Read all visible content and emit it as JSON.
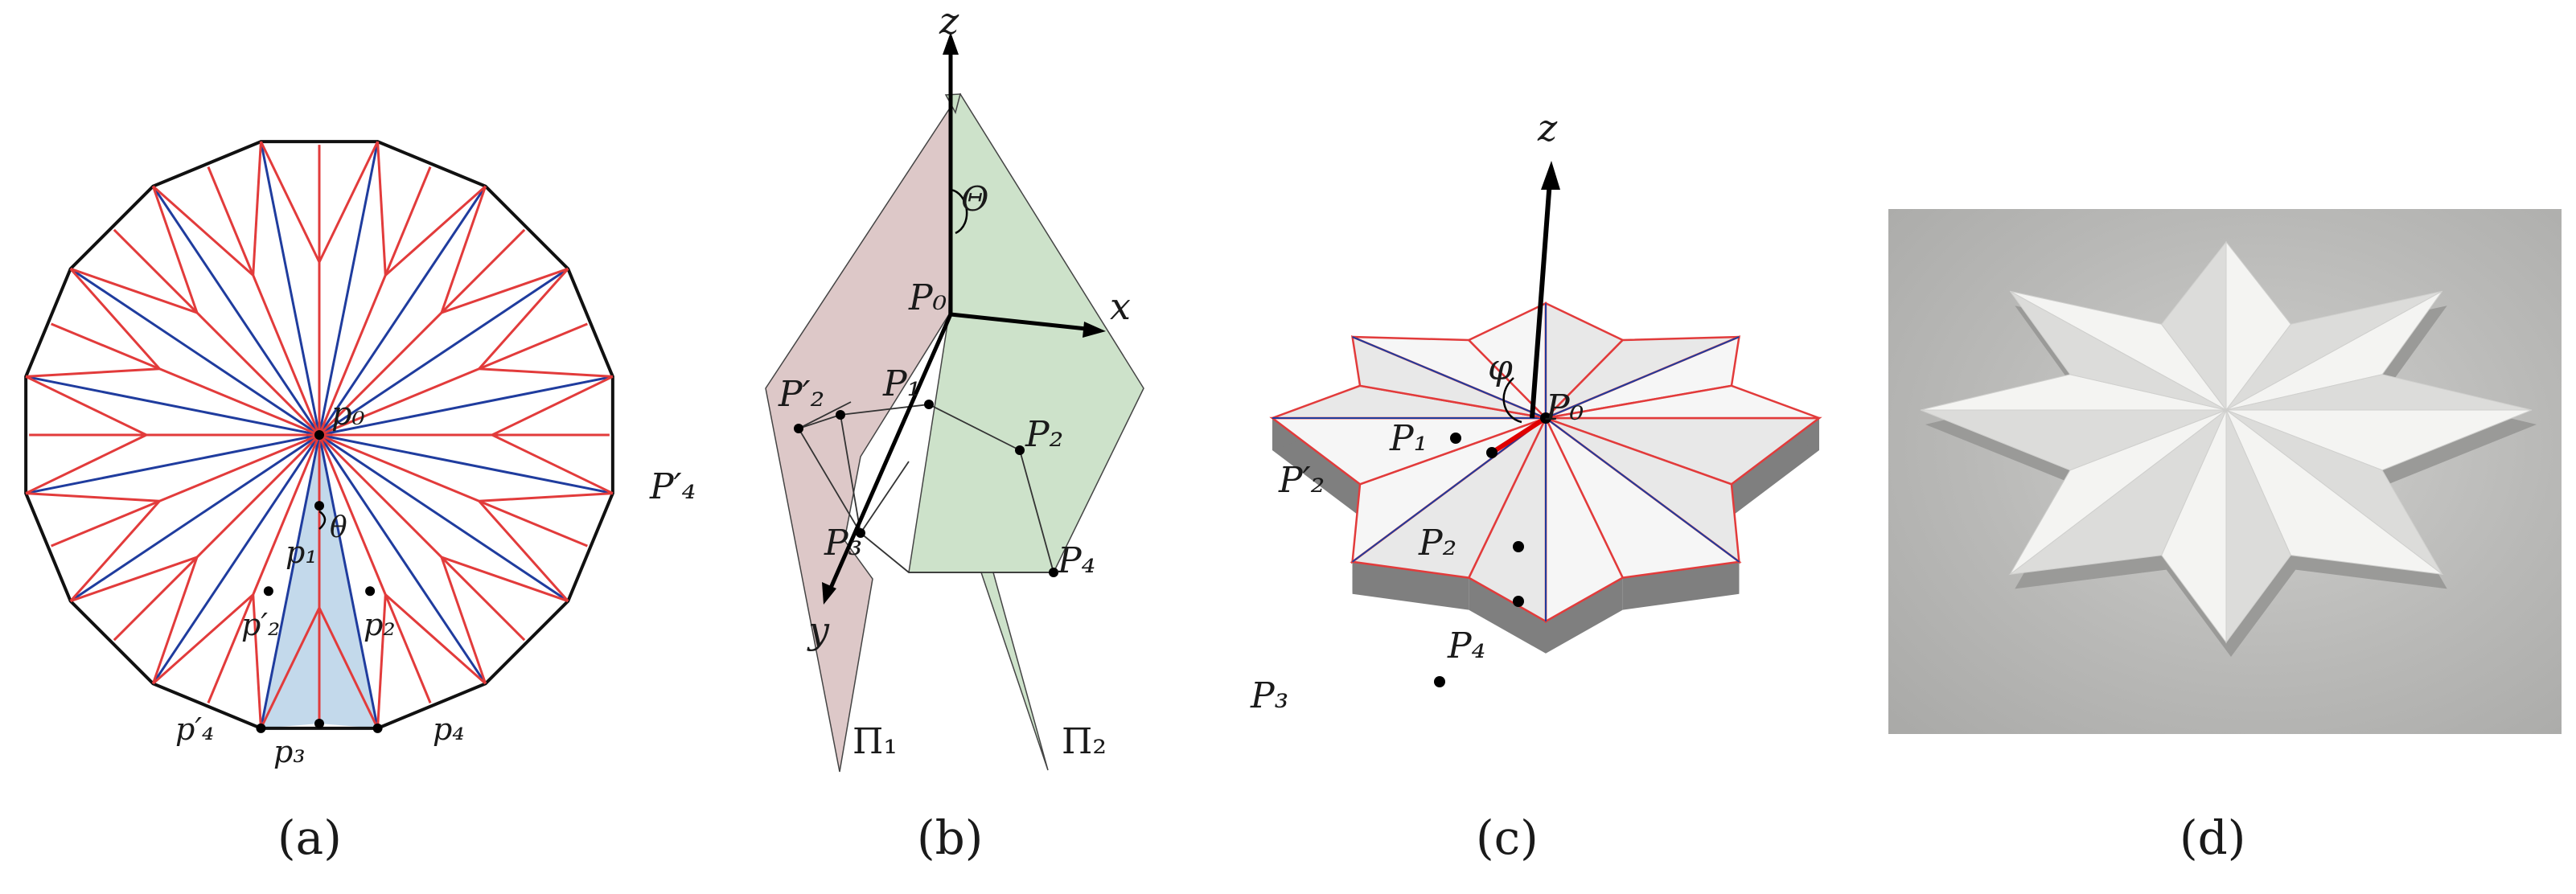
{
  "colors": {
    "mountain": "#e23b3b",
    "valley": "#1f3c9e",
    "boundary": "#111111",
    "shade": "#b9d2e8",
    "plane1": "#d9c2c2",
    "plane2": "#c8dfc4"
  },
  "panel_a": {
    "caption": "(a)",
    "labels": {
      "p0": "p₀",
      "theta": "θ",
      "p1": "p₁",
      "p2p": "p′₂",
      "p2": "p₂",
      "p4p": "p′₄",
      "p3": "p₃",
      "p4": "p₄"
    }
  },
  "panel_b": {
    "caption": "(b)",
    "labels": {
      "z": "z",
      "Theta": "Θ",
      "P0": "P₀",
      "x": "x",
      "P1": "P₁",
      "P2p": "P′₂",
      "P2": "P₂",
      "P4p": "P′₄",
      "P3": "P₃",
      "P4": "P₄",
      "y": "y",
      "Pi1": "Π₁",
      "Pi2": "Π₂"
    }
  },
  "panel_c": {
    "caption": "(c)",
    "labels": {
      "z": "z",
      "phi": "φ",
      "P0": "P₀",
      "P1": "P₁",
      "P2p": "P′₂",
      "P2": "P₂",
      "P4": "P₄",
      "P3": "P₃"
    }
  },
  "panel_d": {
    "caption": "(d)"
  }
}
